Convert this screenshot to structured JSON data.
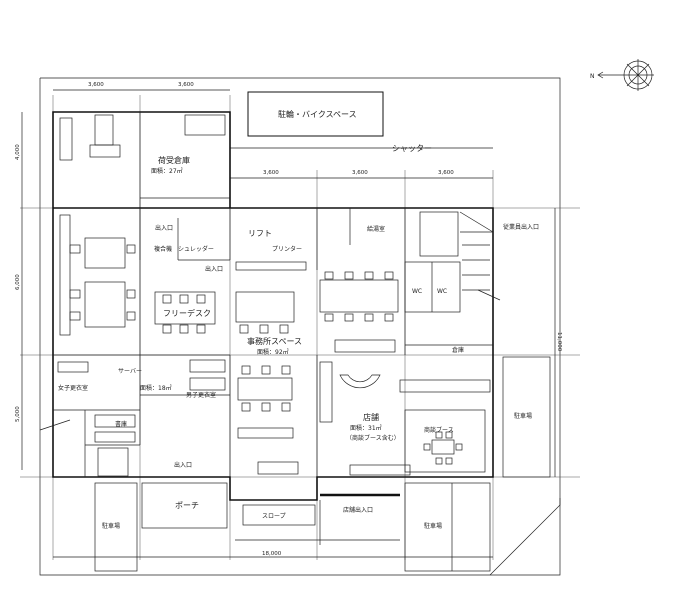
{
  "labels": {
    "bicycle_space": "駐輪・バイクスペース",
    "shutter": "シャッター",
    "cargo_warehouse": "荷受倉庫",
    "cargo_area": "面積：27㎡",
    "entrance_top": "出入口",
    "multifunction": "複合機",
    "shredder": "シュレッダー",
    "lift": "リフト",
    "printer": "プリンター",
    "hot_water": "給湯室",
    "staff_entrance": "従業員出入口",
    "entrance_mid": "出入口",
    "wc1": "WC",
    "wc2": "WC",
    "free_desk": "フリーデスク",
    "office_space": "事務所スペース",
    "office_area": "面積：92㎡",
    "storage": "倉庫",
    "server": "サーバー",
    "womens_locker": "女子更衣室",
    "mens_area": "面積：18㎡",
    "mens_locker": "男子更衣室",
    "archive": "書庫",
    "store": "店舗",
    "store_area": "面積：31㎡",
    "store_note": "（商談ブース含む）",
    "meeting_booth": "商談ブース",
    "parking_right": "駐車場",
    "entrance_bottom": "出入口",
    "porch": "ポーチ",
    "slope": "スロープ",
    "store_entrance": "店舗出入口",
    "parking_bl": "駐車場",
    "parking_br": "駐車場",
    "north": "N"
  },
  "dimensions": {
    "top_left": "3,600",
    "top_mid": "3,600",
    "row2_a": "3,600",
    "row2_b": "3,600",
    "row2_c": "3,600",
    "left_a": "4,000",
    "left_b": "6,000",
    "left_c": "5,000",
    "right": "11,000",
    "bottom": "18,000"
  }
}
